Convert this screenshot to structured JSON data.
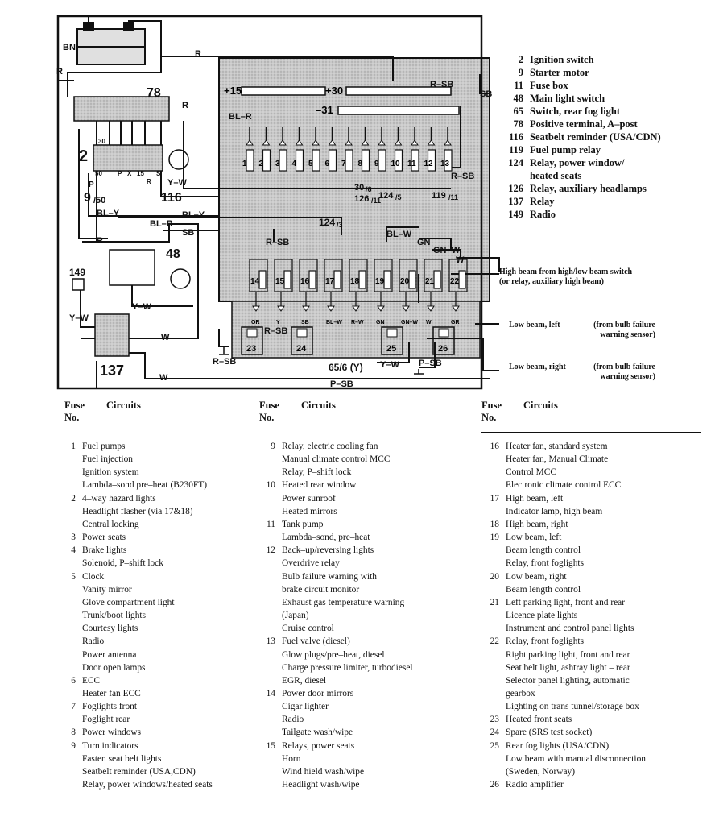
{
  "diagram": {
    "wire_codes": {
      "bn": "BN",
      "r": "R",
      "bl_r": "BL–R",
      "bl_y": "BL–Y",
      "y_w": "Y–W",
      "sb": "SB",
      "r_sb": "R–SB",
      "bl_w": "BL–W",
      "gn": "GN",
      "gn_w": "GN–W",
      "w": "W",
      "p_sb": "P–SB",
      "bl_w_small": "BL–W",
      "r_w": "R–W",
      "gn_w_small": "GN–W",
      "gr": "GR",
      "or": "OR",
      "y": "Y"
    },
    "bus_labels": {
      "plus15": "+15",
      "plus30": "+30",
      "minus31": "–31"
    },
    "refs": {
      "r78": "78",
      "r2": "2",
      "r9_50": "9",
      "r9_50_sub": "/50",
      "r116": "116",
      "r48": "48",
      "r149": "149",
      "r137": "137",
      "r124_3": "124",
      "r124_3_sub": "/3",
      "r30_6": "30",
      "r30_6_sub": "/6",
      "r126_11": "126",
      "r126_11_sub": "/11",
      "r124_5": "124",
      "r124_5_sub": "/5",
      "r119_11": "119",
      "r119_11_sub": "/11",
      "r65_6": "65/6 (Y)"
    },
    "switch_pins": {
      "p": "P",
      "x": "X",
      "s15": "15",
      "s30": "30",
      "s50": "50",
      "s": "S",
      "r": "R"
    },
    "upper_fuses": [
      "1",
      "2",
      "3",
      "4",
      "5",
      "6",
      "7",
      "8",
      "9",
      "10",
      "11",
      "12",
      "13"
    ],
    "lower_fuses": [
      "14",
      "15",
      "16",
      "17",
      "18",
      "19",
      "20",
      "21",
      "22"
    ],
    "lower_fuse_wires": [
      "OR",
      "Y",
      "SB",
      "BL–W",
      "R–W",
      "GN",
      "GN–W",
      "W",
      "GR"
    ],
    "bottom_fuses": [
      "23",
      "24",
      "25",
      "26"
    ]
  },
  "legend": [
    {
      "num": "2",
      "name": "Ignition switch"
    },
    {
      "num": "9",
      "name": "Starter motor"
    },
    {
      "num": "11",
      "name": "Fuse box"
    },
    {
      "num": "48",
      "name": "Main light switch"
    },
    {
      "num": "65",
      "name": "Switch, rear fog light"
    },
    {
      "num": "78",
      "name": "Positive terminal, A–post"
    },
    {
      "num": "116",
      "name": "Seatbelt reminder (USA/CDN)"
    },
    {
      "num": "119",
      "name": "Fuel pump relay"
    },
    {
      "num": "124",
      "name": "Relay, power window/"
    },
    {
      "num": "",
      "name": "heated seats"
    },
    {
      "num": "126",
      "name": "Relay, auxiliary headlamps"
    },
    {
      "num": "137",
      "name": "Relay"
    },
    {
      "num": "149",
      "name": "Radio"
    }
  ],
  "annotations": {
    "high_beam_1": "High beam from high/low beam switch",
    "high_beam_2": "(or relay, auxiliary high beam)",
    "low_left": "Low beam, left",
    "low_left_note_1": "(from bulb failure",
    "low_left_note_2": "warning sensor)",
    "low_right": "Low beam, right",
    "low_right_note_1": "(from bulb failure",
    "low_right_note_2": "warning sensor)"
  },
  "fuse_table": {
    "header_fuse": "Fuse",
    "header_no": "No.",
    "header_circuits": "Circuits",
    "columns": [
      [
        {
          "n": "1",
          "t": "Fuel pumps"
        },
        {
          "n": "",
          "t": "Fuel injection"
        },
        {
          "n": "",
          "t": "Ignition system"
        },
        {
          "n": "",
          "t": "Lambda–sond pre–heat (B230FT)"
        },
        {
          "n": "2",
          "t": "4–way hazard lights"
        },
        {
          "n": "",
          "t": "Headlight flasher (via 17&18)"
        },
        {
          "n": "",
          "t": "Central locking"
        },
        {
          "n": "3",
          "t": "Power seats"
        },
        {
          "n": "4",
          "t": "Brake lights"
        },
        {
          "n": "",
          "t": "Solenoid, P–shift lock"
        },
        {
          "n": "5",
          "t": "Clock"
        },
        {
          "n": "",
          "t": "Vanity mirror"
        },
        {
          "n": "",
          "t": "Glove compartment light"
        },
        {
          "n": "",
          "t": "Trunk/boot lights"
        },
        {
          "n": "",
          "t": "Courtesy lights"
        },
        {
          "n": "",
          "t": "Radio"
        },
        {
          "n": "",
          "t": "Power antenna"
        },
        {
          "n": "",
          "t": "Door open lamps"
        },
        {
          "n": "6",
          "t": "ECC"
        },
        {
          "n": "",
          "t": "Heater fan ECC"
        },
        {
          "n": "7",
          "t": "Foglights front"
        },
        {
          "n": "",
          "t": "Foglight rear"
        },
        {
          "n": "8",
          "t": "Power windows"
        },
        {
          "n": "9",
          "t": "Turn indicators"
        },
        {
          "n": "",
          "t": "Fasten seat belt lights"
        },
        {
          "n": "",
          "t": "Seatbelt reminder (USA,CDN)"
        },
        {
          "n": "",
          "t": "Relay, power windows/heated seats"
        }
      ],
      [
        {
          "n": "9",
          "t": "Relay, electric cooling fan"
        },
        {
          "n": "",
          "t": "Manual climate control MCC"
        },
        {
          "n": "",
          "t": "Relay, P–shift lock"
        },
        {
          "n": "10",
          "t": "Heated rear window"
        },
        {
          "n": "",
          "t": "Power sunroof"
        },
        {
          "n": "",
          "t": "Heated mirrors"
        },
        {
          "n": "11",
          "t": "Tank pump"
        },
        {
          "n": "",
          "t": "Lambda–sond, pre–heat"
        },
        {
          "n": "12",
          "t": "Back–up/reversing lights"
        },
        {
          "n": "",
          "t": "Overdrive relay"
        },
        {
          "n": "",
          "t": "Bulb failure warning with"
        },
        {
          "n": "",
          "t": "brake circuit monitor"
        },
        {
          "n": "",
          "t": "Exhaust gas temperature warning"
        },
        {
          "n": "",
          "t": "(Japan)"
        },
        {
          "n": "",
          "t": "Cruise control"
        },
        {
          "n": "13",
          "t": "Fuel valve (diesel)"
        },
        {
          "n": "",
          "t": "Glow plugs/pre–heat, diesel"
        },
        {
          "n": "",
          "t": "Charge pressure limiter, turbodiesel"
        },
        {
          "n": "",
          "t": "EGR, diesel"
        },
        {
          "n": "14",
          "t": "Power door mirrors"
        },
        {
          "n": "",
          "t": "Cigar lighter"
        },
        {
          "n": "",
          "t": "Radio"
        },
        {
          "n": "",
          "t": "Tailgate wash/wipe"
        },
        {
          "n": "15",
          "t": "Relays, power seats"
        },
        {
          "n": "",
          "t": "Horn"
        },
        {
          "n": "",
          "t": "Wind hield wash/wipe"
        },
        {
          "n": "",
          "t": "Headlight wash/wipe"
        }
      ],
      [
        {
          "n": "16",
          "t": "Heater fan, standard system"
        },
        {
          "n": "",
          "t": "Heater fan, Manual Climate"
        },
        {
          "n": "",
          "t": "Control MCC"
        },
        {
          "n": "",
          "t": "Electronic climate control ECC"
        },
        {
          "n": "17",
          "t": "High beam, left"
        },
        {
          "n": "",
          "t": "Indicator lamp, high beam"
        },
        {
          "n": "18",
          "t": "High beam, right"
        },
        {
          "n": "19",
          "t": "Low beam, left"
        },
        {
          "n": "",
          "t": "Beam length control"
        },
        {
          "n": "",
          "t": "Relay, front foglights"
        },
        {
          "n": "20",
          "t": "Low beam, right"
        },
        {
          "n": "",
          "t": "Beam length control"
        },
        {
          "n": "21",
          "t": "Left parking light, front and rear"
        },
        {
          "n": "",
          "t": "Licence plate lights"
        },
        {
          "n": "",
          "t": "Instrument and control panel lights"
        },
        {
          "n": "22",
          "t": "Relay, front foglights"
        },
        {
          "n": "",
          "t": "Right parking light, front and rear"
        },
        {
          "n": "",
          "t": "Seat belt light, ashtray light – rear"
        },
        {
          "n": "",
          "t": "Selector panel lighting, automatic"
        },
        {
          "n": "",
          "t": "gearbox"
        },
        {
          "n": "",
          "t": "Lighting on trans tunnel/storage box"
        },
        {
          "n": "23",
          "t": "Heated front seats"
        },
        {
          "n": "24",
          "t": "Spare (SRS test socket)"
        },
        {
          "n": "25",
          "t": "Rear fog lights (USA/CDN)"
        },
        {
          "n": "",
          "t": "Low beam with manual disconnection"
        },
        {
          "n": "",
          "t": "(Sweden, Norway)"
        },
        {
          "n": "26",
          "t": "Radio amplifier"
        }
      ]
    ]
  }
}
